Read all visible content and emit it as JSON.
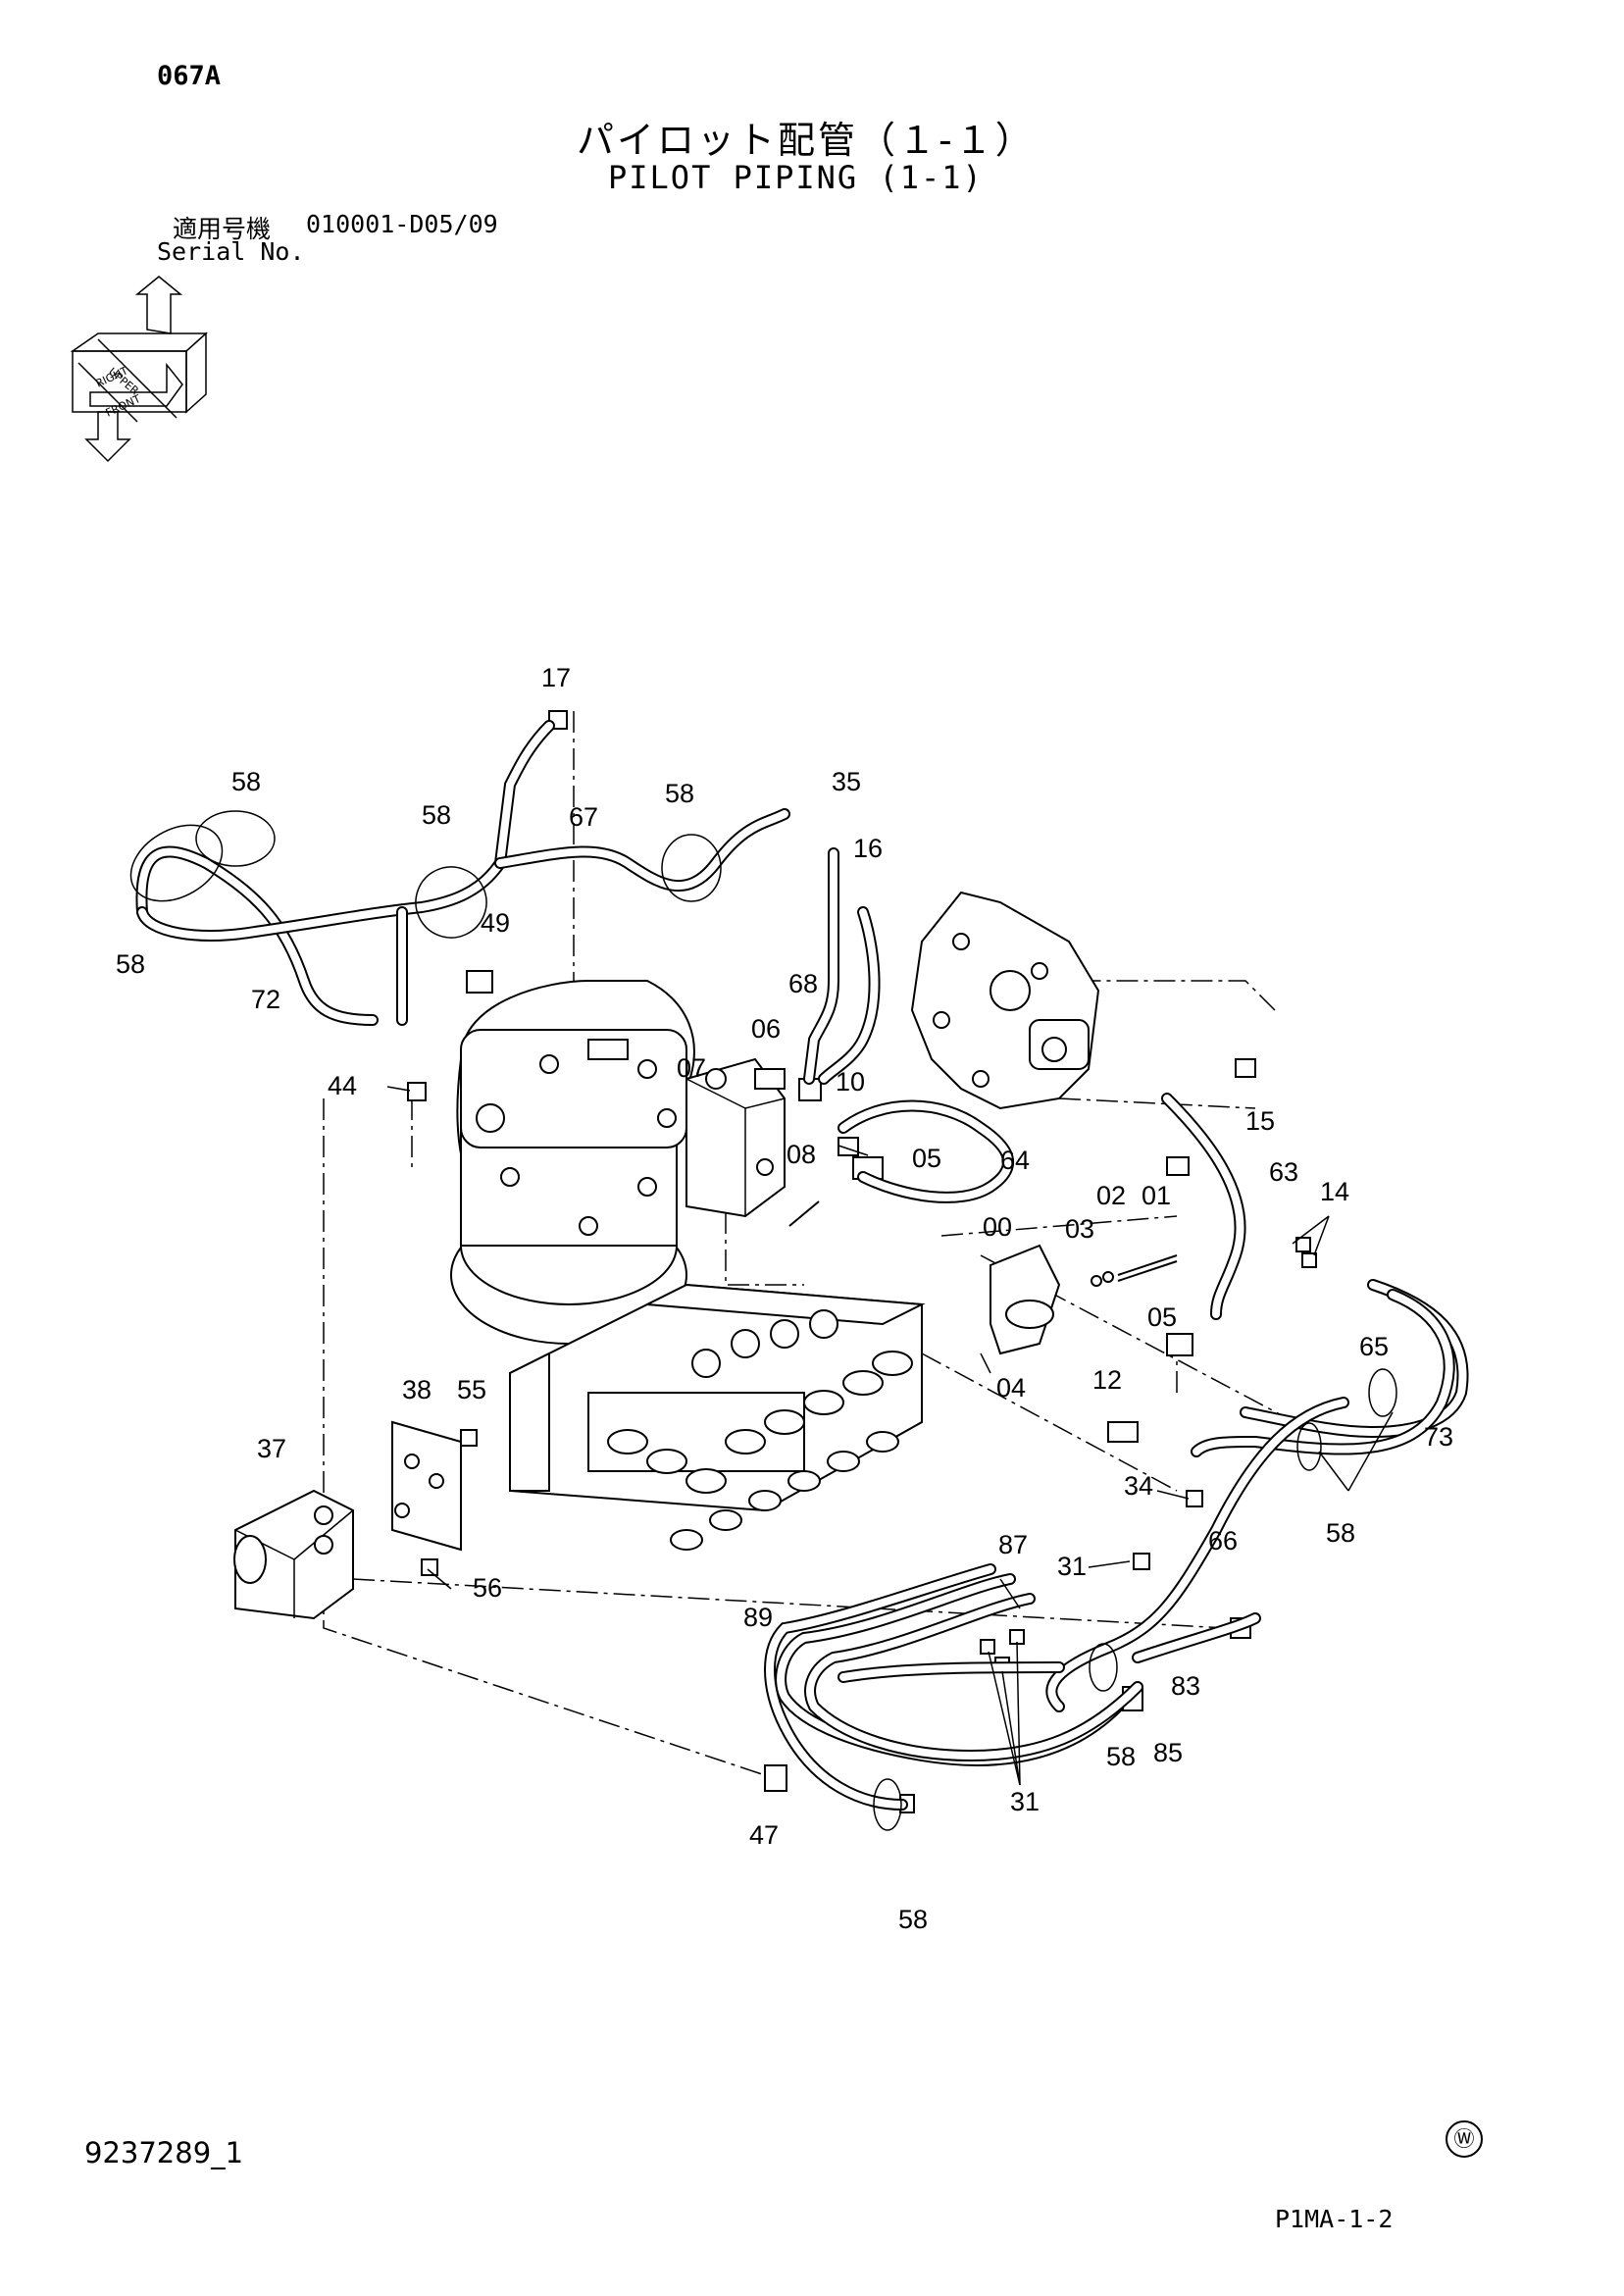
{
  "header": {
    "sheet_code": "067A",
    "title_jp": "パイロット配管（１-１）",
    "title_en": "PILOT PIPING (1-1)",
    "serial_label_jp": "適用号機",
    "serial_range": "010001-D05/09",
    "serial_label_en": "Serial No."
  },
  "orientation_icon": {
    "name": "direction-arrows-icon",
    "labels": [
      "UPPER",
      "RIGHT",
      "FRONT"
    ]
  },
  "callouts": [
    "17",
    "58",
    "58",
    "58",
    "58",
    "67",
    "35",
    "16",
    "49",
    "72",
    "44",
    "68",
    "06",
    "07",
    "10",
    "15",
    "63",
    "64",
    "05",
    "08",
    "02",
    "01",
    "03",
    "00",
    "14",
    "05",
    "65",
    "04",
    "12",
    "73",
    "38",
    "55",
    "37",
    "34",
    "58",
    "66",
    "56",
    "87",
    "31",
    "89",
    "83",
    "58",
    "85",
    "31",
    "47",
    "58"
  ],
  "footer": {
    "drawing_number": "9237289_1",
    "copyright_mark": "Ⓦ",
    "page_code": "P1MA-1-2"
  }
}
